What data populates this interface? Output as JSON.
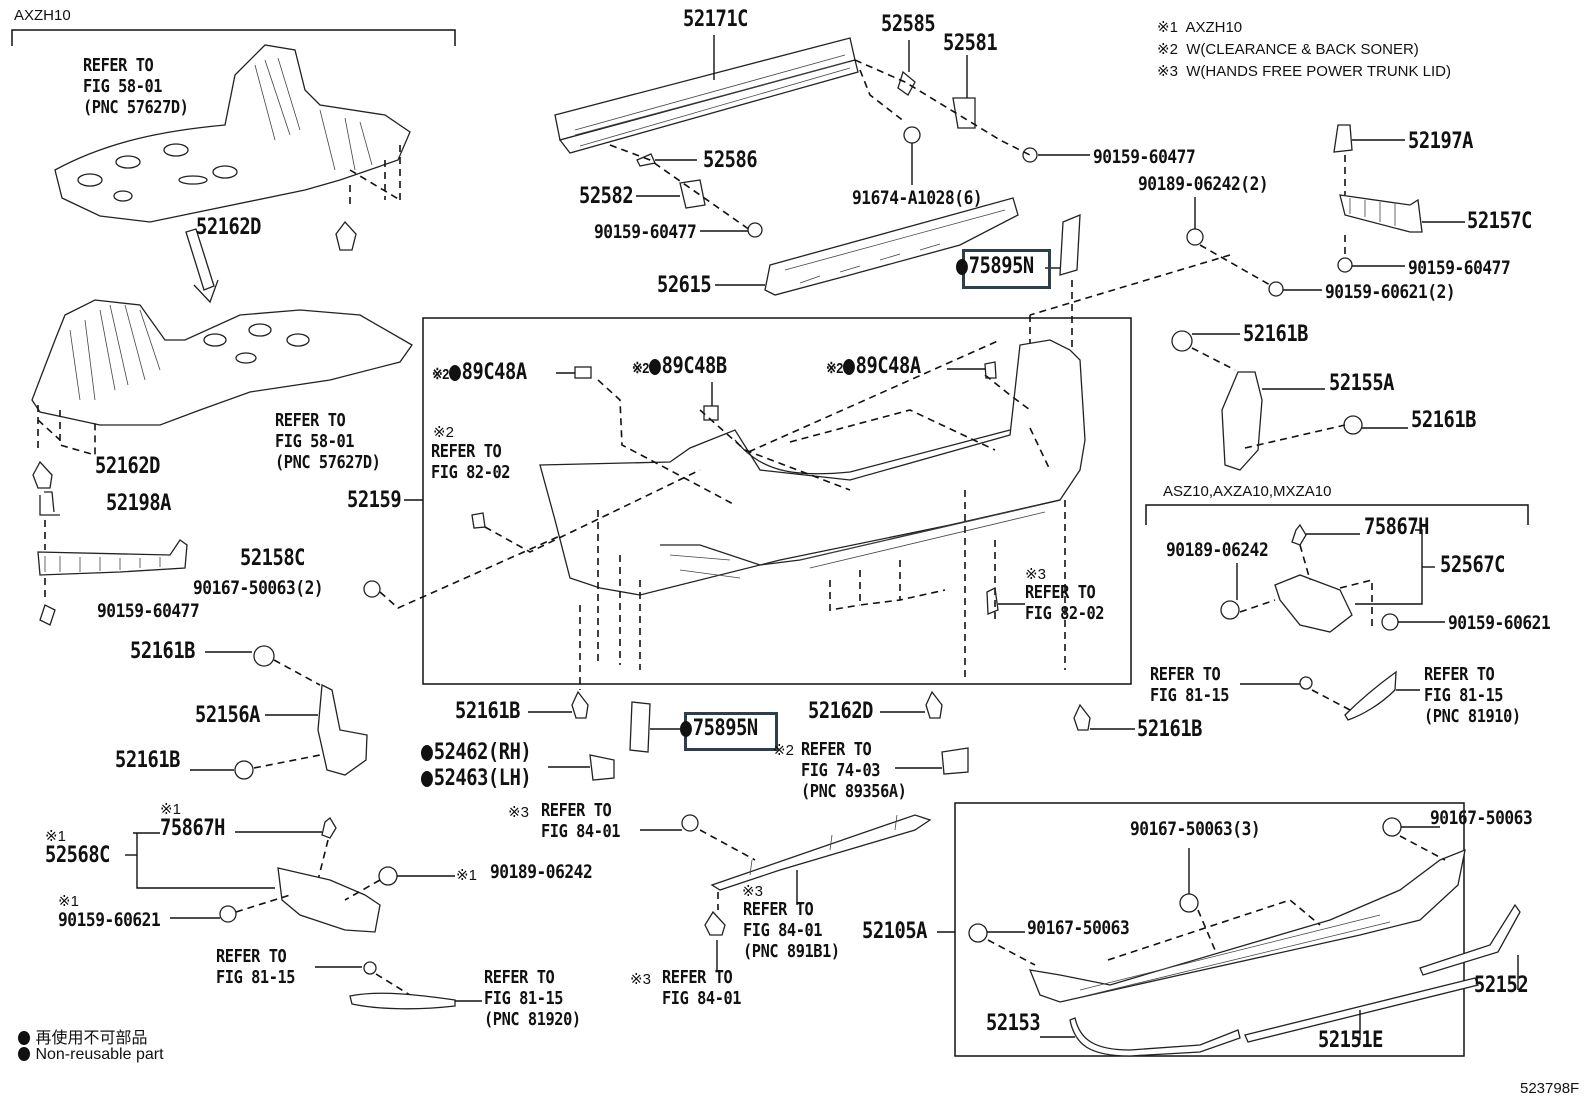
{
  "diagram": {
    "figure_id": "523798F",
    "legend_notes": [
      {
        "mark": "※1",
        "text": "AXZH10"
      },
      {
        "mark": "※2",
        "text": "W(CLEARANCE & BACK SONER)"
      },
      {
        "mark": "※3",
        "text": "W(HANDS FREE POWER TRUNK LID)"
      }
    ],
    "non_reusable_legend": {
      "japanese": "再使用不可部品",
      "english": "Non-reusable part"
    },
    "group_labels": {
      "axzh10": "AXZH10",
      "asz10": "ASZ10,AXZA10,MXZA10"
    },
    "highlight_color": "#2f3f4a",
    "parts": {
      "p52171C": "52171C",
      "p52585": "52585",
      "p52581": "52581",
      "p52586": "52586",
      "p52582": "52582",
      "p90159_60477_a": "90159-60477",
      "p90159_60477_b": "90159-60477",
      "p90159_60477_c": "90159-60477",
      "p90159_60477_d": "90159-60477",
      "p91674": "91674-A1028(6)",
      "p52615": "52615",
      "p75895N_top": "75895N",
      "p75895N_mid": "75895N",
      "p90189_06242_2": "90189-06242(2)",
      "p52197A": "52197A",
      "p52157C": "52157C",
      "p90159_60621_2": "90159-60621(2)",
      "p52162D_top": "52162D",
      "p52162D_left": "52162D",
      "p52162D_mid": "52162D",
      "p52198A": "52198A",
      "p52158C": "52158C",
      "p90167_50063_2": "90167-50063(2)",
      "p52159": "52159",
      "p89C48A_left": "89C48A",
      "p89C48B": "89C48B",
      "p89C48A_right": "89C48A",
      "p52161B_r1": "52161B",
      "p52155A": "52155A",
      "p52161B_r2": "52161B",
      "p75867H_r": "75867H",
      "p90189_06242_r": "90189-06242",
      "p52567C": "52567C",
      "p90159_60621_r": "90159-60621",
      "p52161B_l1": "52161B",
      "p52156A": "52156A",
      "p52161B_l2": "52161B",
      "p52161B_mid": "52161B",
      "p52161B_br": "52161B",
      "p52462": "52462(RH)",
      "p52463": "52463(LH)",
      "p75867H_l": "75867H",
      "p52568C": "52568C",
      "p90159_60621_l": "90159-60621",
      "p90189_06242_l": "90189-06242",
      "p90167_50063_3": "90167-50063(3)",
      "p90167_50063_tr": "90167-50063",
      "p90167_50063_ml": "90167-50063",
      "p52105A": "52105A",
      "p52152": "52152",
      "p52153": "52153",
      "p52151E": "52151E"
    },
    "references": {
      "fig58_a": [
        "REFER TO",
        "FIG 58-01",
        "(PNC 57627D)"
      ],
      "fig58_b": [
        "REFER TO",
        "FIG 58-01",
        "(PNC 57627D)"
      ],
      "fig82_left": [
        "REFER TO",
        "FIG 82-02"
      ],
      "fig82_right": [
        "REFER TO",
        "FIG 82-02"
      ],
      "fig81_r_clip": [
        "REFER TO",
        "FIG 81-15"
      ],
      "fig81_r_reflector": [
        "REFER TO",
        "FIG 81-15",
        "(PNC 81910)"
      ],
      "fig74": [
        "REFER TO",
        "FIG 74-03",
        "(PNC 89356A)"
      ],
      "fig84_top": [
        "REFER TO",
        "FIG 84-01"
      ],
      "fig84_mid": [
        "REFER TO",
        "FIG 84-01",
        "(PNC 891B1)"
      ],
      "fig84_bot": [
        "REFER TO",
        "FIG 84-01"
      ],
      "fig81_l_clip": [
        "REFER TO",
        "FIG 81-15"
      ],
      "fig81_l_reflector": [
        "REFER TO",
        "FIG 81-15",
        "(PNC 81920)"
      ]
    },
    "marks": {
      "m1": "※1",
      "m2": "※2",
      "m3": "※3"
    }
  }
}
